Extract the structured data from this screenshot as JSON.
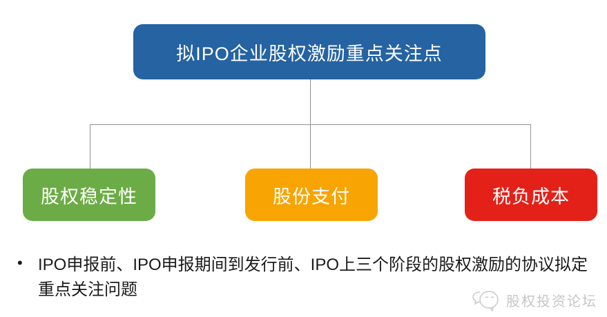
{
  "page": {
    "background": "#ffffff"
  },
  "diagram": {
    "root": {
      "label": "拟IPO企业股权激励重点关注点",
      "color": "#2563a2",
      "text_color": "#ffffff"
    },
    "children": [
      {
        "label": "股权稳定性",
        "color": "#6cac46"
      },
      {
        "label": "股份支付",
        "color": "#f8a402"
      },
      {
        "label": "税负成本",
        "color": "#e32119"
      }
    ],
    "connector_color": "#909090"
  },
  "notes": {
    "bullet_marker": "•",
    "text": "IPO申报前、IPO申报期间到发行前、IPO上三个阶段的股权激励的协议拟定重点关注问题"
  },
  "watermark": {
    "label": "股权投资论坛",
    "icon": "chat-bubbles-icon",
    "color": "#c6c6c6"
  }
}
